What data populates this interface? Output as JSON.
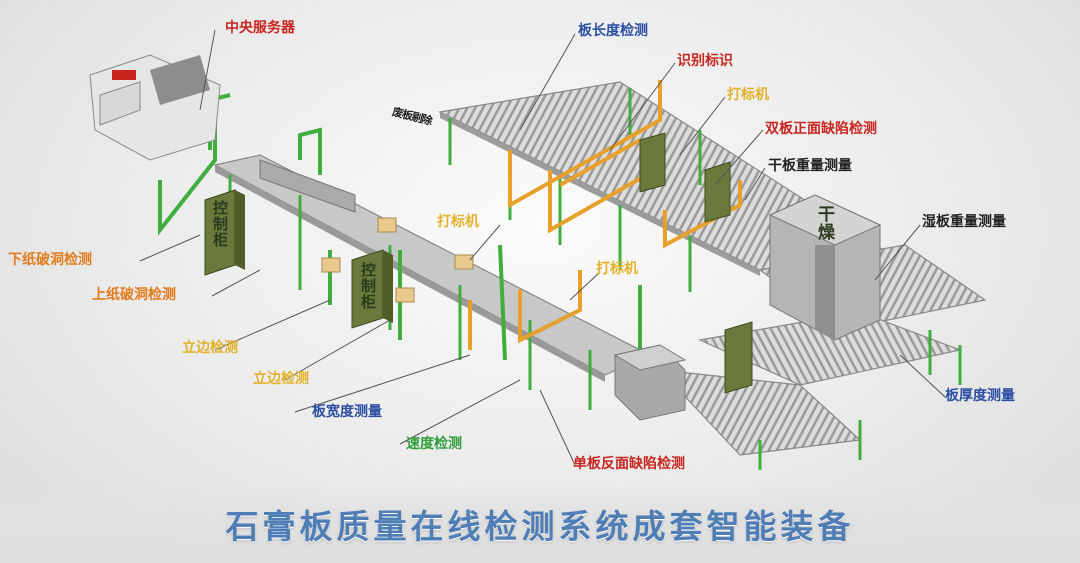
{
  "title": "石膏板质量在线检测系统成套智能装备",
  "labels": {
    "central_server": "中央服务器",
    "board_length": "板长度检测",
    "identification": "识别标识",
    "marker_top": "打标机",
    "double_front_defect": "双板正面缺陷检测",
    "dry_weight": "干板重量测量",
    "wet_weight": "湿板重量测量",
    "lower_paper_hole": "下纸破洞检测",
    "upper_paper_hole": "上纸破洞检测",
    "marker_middle": "打标机",
    "marker_center": "打标机",
    "edge_check_1": "立边检测",
    "edge_check_2": "立边检测",
    "board_width": "板宽度测量",
    "speed": "速度检测",
    "single_back_defect": "单板反面缺陷检测",
    "board_thickness": "板厚度测量"
  },
  "scene_text": {
    "waste_removal": "废板剔除",
    "control_cabinet_1": "控制柜",
    "control_cabinet_2": "控制柜",
    "dryer": "干燥"
  },
  "colors": {
    "red": "#c8261f",
    "blue": "#2b4fa2",
    "orange": "#e27b1c",
    "yellow": "#e3b12a",
    "green": "#2f9e3a",
    "dark": "#222222",
    "title": "#4f7db5",
    "frame_green": "#3fae3c",
    "sensor_orange": "#e8a02a"
  }
}
